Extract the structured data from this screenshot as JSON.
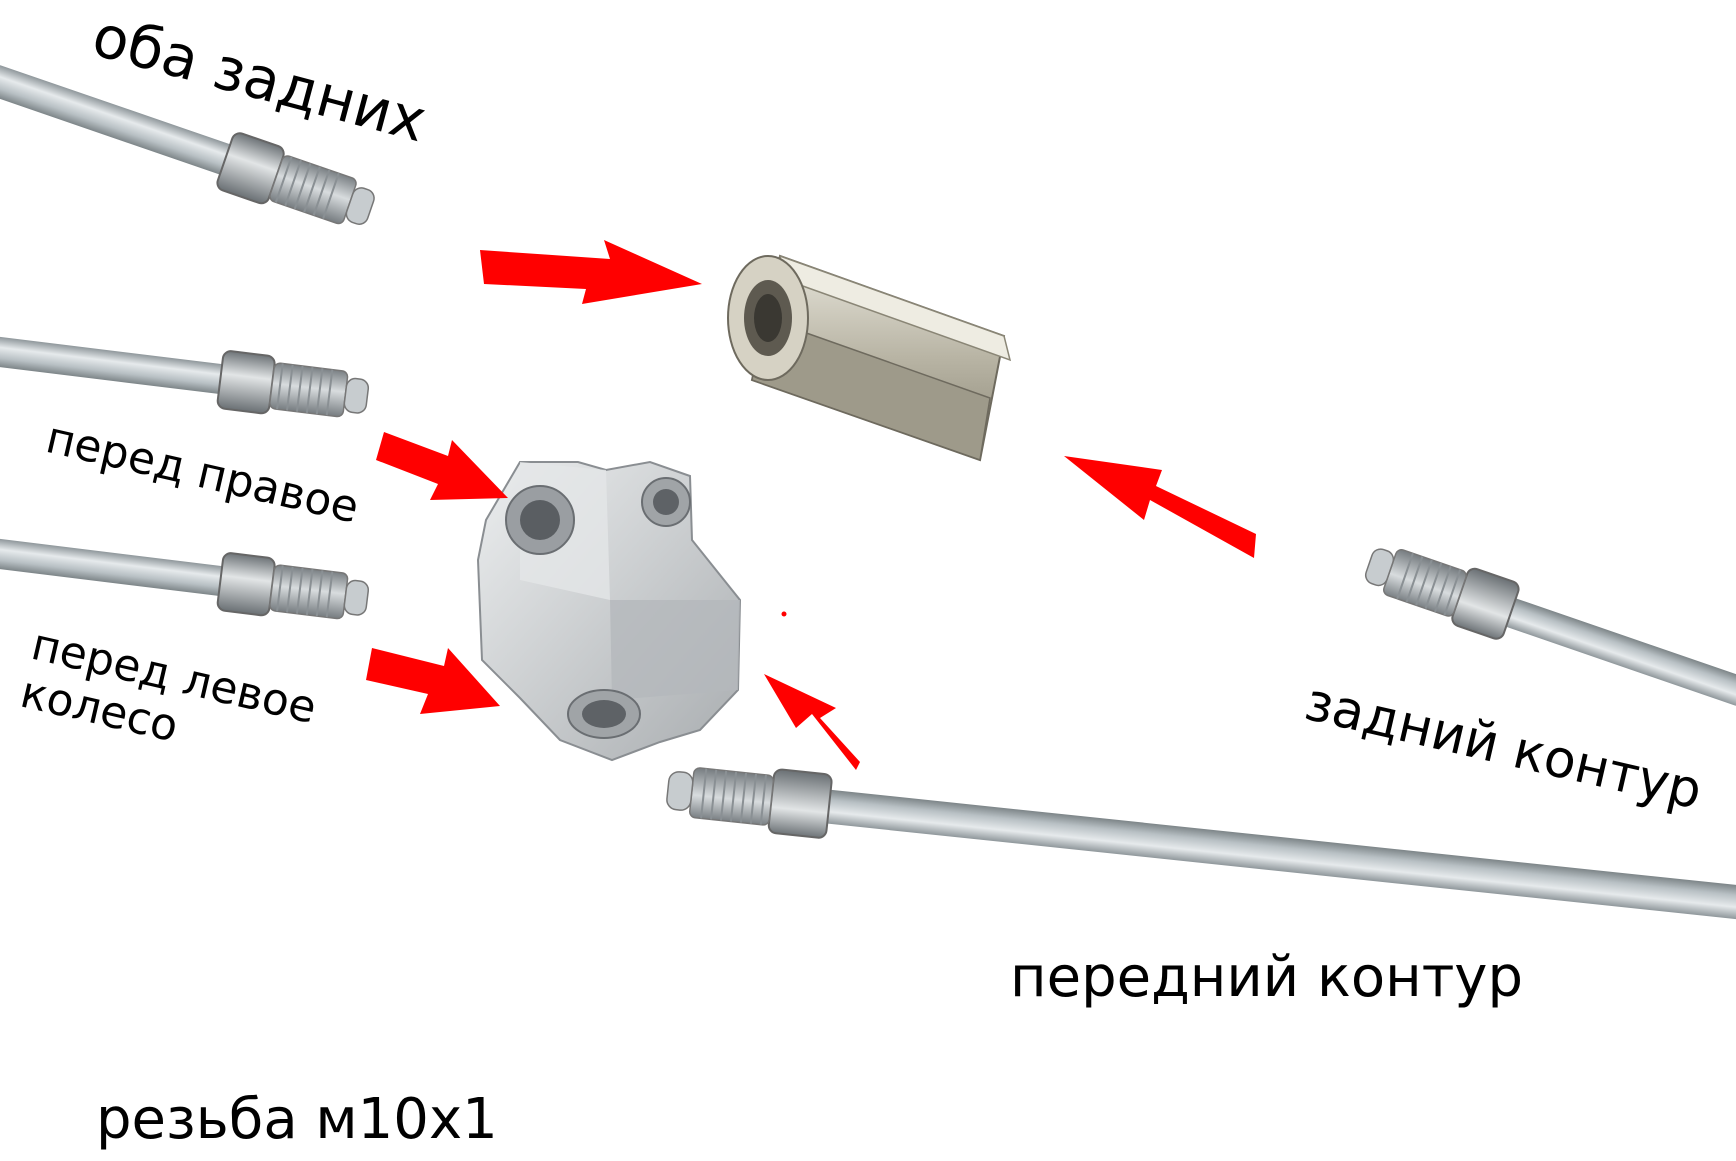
{
  "labels": {
    "rear_both": "оба задних",
    "front_right": "перед правое",
    "front_left": "перед левое\nколесо",
    "rear_circuit": "задний контур",
    "front_circuit": "передний контур",
    "thread": "резьба м10х1"
  },
  "colors": {
    "arrow": "#ff0000",
    "tube": "#c9cfd3",
    "fitting": "#b8bec2",
    "coupler": "#c4c0b0",
    "tee": "#c8cacc",
    "background": "#ffffff"
  },
  "icons": {
    "arrow": "red-arrow-icon",
    "brake_line": "brake-line-tube-icon",
    "coupler": "hex-coupler-nut-icon",
    "tee": "four-way-tee-icon"
  }
}
